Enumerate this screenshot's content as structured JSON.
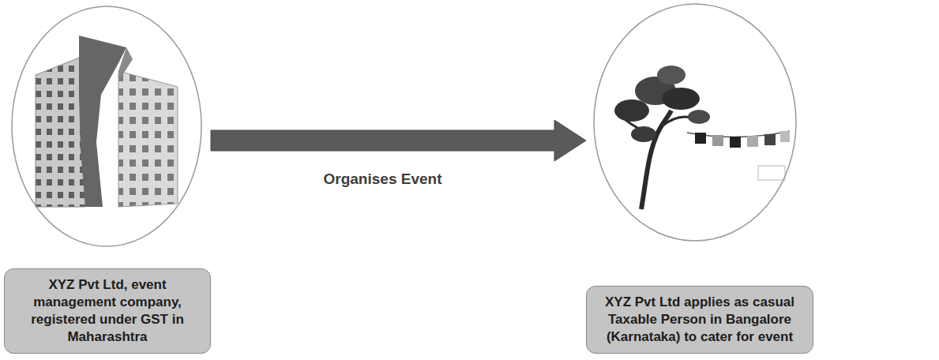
{
  "diagram": {
    "nodes": [
      {
        "text": [
          "XYZ Pvt Ltd, event management company, registered under GST in Maharashtra"
        ]
      },
      {
        "text": [
          "XYZ Pvt Ltd applies as casual Taxable Person in Bangalore (Karnataka) to cater for event"
        ]
      }
    ],
    "edges": [
      {
        "from": 0,
        "to": 1,
        "label": "Organises Event",
        "arrow": "to"
      }
    ]
  }
}
